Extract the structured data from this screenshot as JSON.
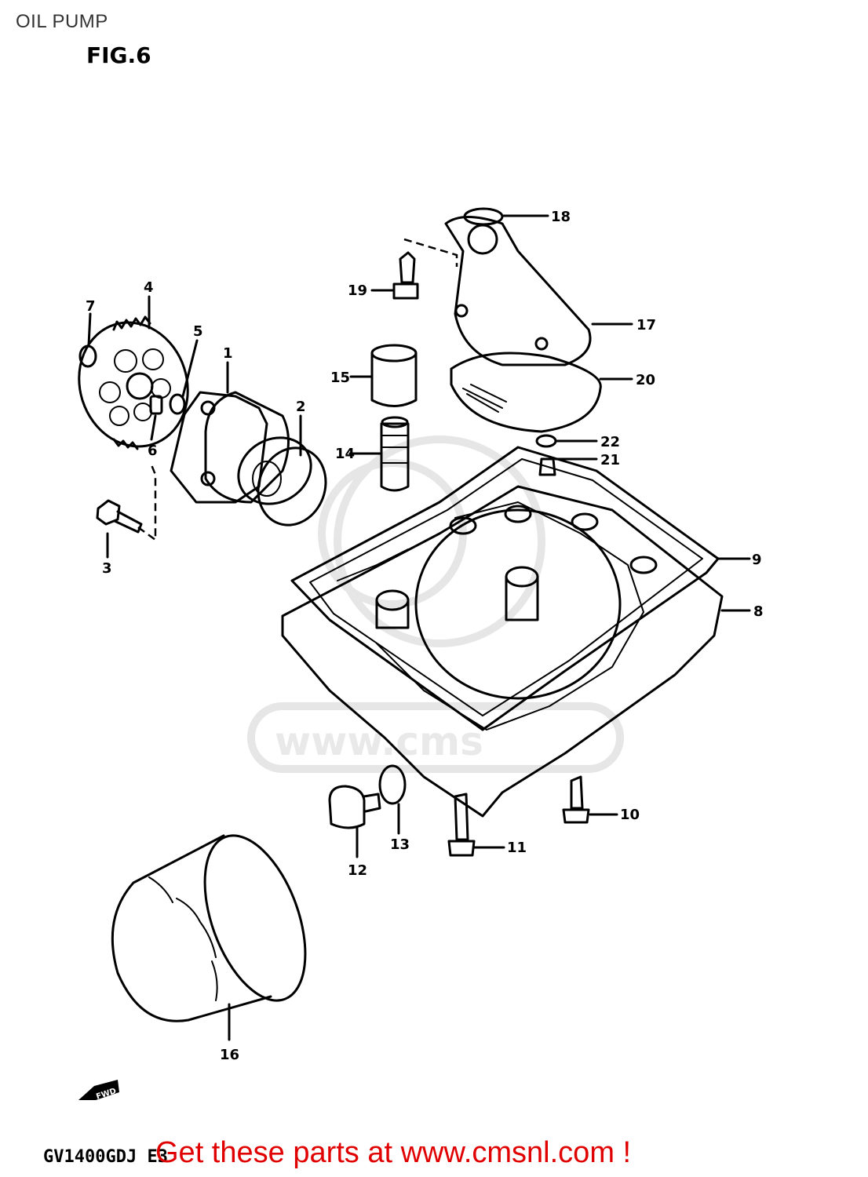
{
  "header": {
    "title": "OIL PUMP",
    "figure": "FIG.6"
  },
  "footer": {
    "model": "GV1400GDJ E3",
    "link": "Get these parts at www.cmsnl.com !"
  },
  "watermark": {
    "text": "www.cms"
  },
  "orientation": {
    "label": "FWD"
  },
  "callouts": [
    "1",
    "2",
    "3",
    "4",
    "5",
    "6",
    "7",
    "8",
    "9",
    "10",
    "11",
    "12",
    "13",
    "14",
    "15",
    "16",
    "17",
    "18",
    "19",
    "20",
    "21",
    "22"
  ],
  "colors": {
    "link": "#e00000",
    "lines": "#000000",
    "watermark": "#e6e6e6"
  }
}
